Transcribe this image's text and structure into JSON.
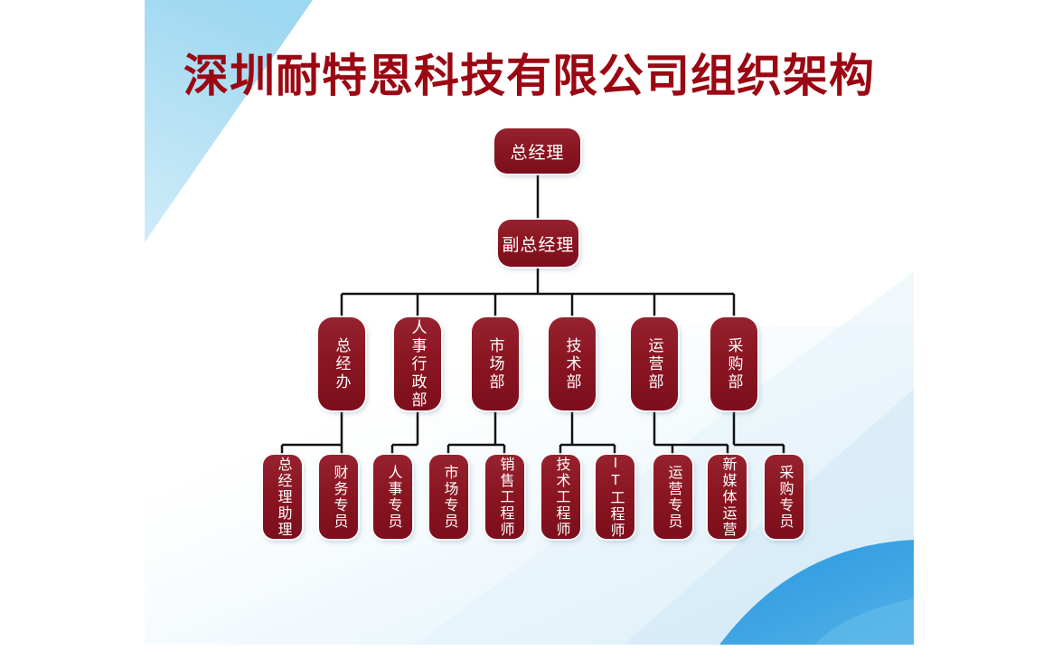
{
  "slide": {
    "title": "深圳耐特恩科技有限公司组织架构"
  },
  "theme": {
    "title_red": "#9b0712",
    "box_red": "#8a1622",
    "line_black": "#121212",
    "sky_blue": "#a9def3",
    "wave_blue": "#2f9de1",
    "wash_blue": "#d9eef9"
  },
  "org": {
    "nodes": [
      {
        "label": "总经理",
        "parent": null
      },
      {
        "label": "副总经理",
        "parent": "总经理"
      },
      {
        "label": "总经办",
        "parent": "副总经理"
      },
      {
        "label": "人事行政部",
        "parent": "副总经理"
      },
      {
        "label": "市场部",
        "parent": "副总经理"
      },
      {
        "label": "技术部",
        "parent": "副总经理"
      },
      {
        "label": "运营部",
        "parent": "副总经理"
      },
      {
        "label": "采购部",
        "parent": "副总经理"
      },
      {
        "label": "总经理助理",
        "parent": "总经办"
      },
      {
        "label": "财务专员",
        "parent": "总经办"
      },
      {
        "label": "人事专员",
        "parent": "人事行政部"
      },
      {
        "label": "市场专员",
        "parent": "市场部"
      },
      {
        "label": "销售工程师",
        "parent": "市场部"
      },
      {
        "label": "技术工程师",
        "parent": "技术部"
      },
      {
        "label": "IT工程师",
        "parent": "技术部"
      },
      {
        "label": "运营专员",
        "parent": "运营部"
      },
      {
        "label": "新媒体运营",
        "parent": "运营部"
      },
      {
        "label": "采购专员",
        "parent": "采购部"
      }
    ]
  }
}
